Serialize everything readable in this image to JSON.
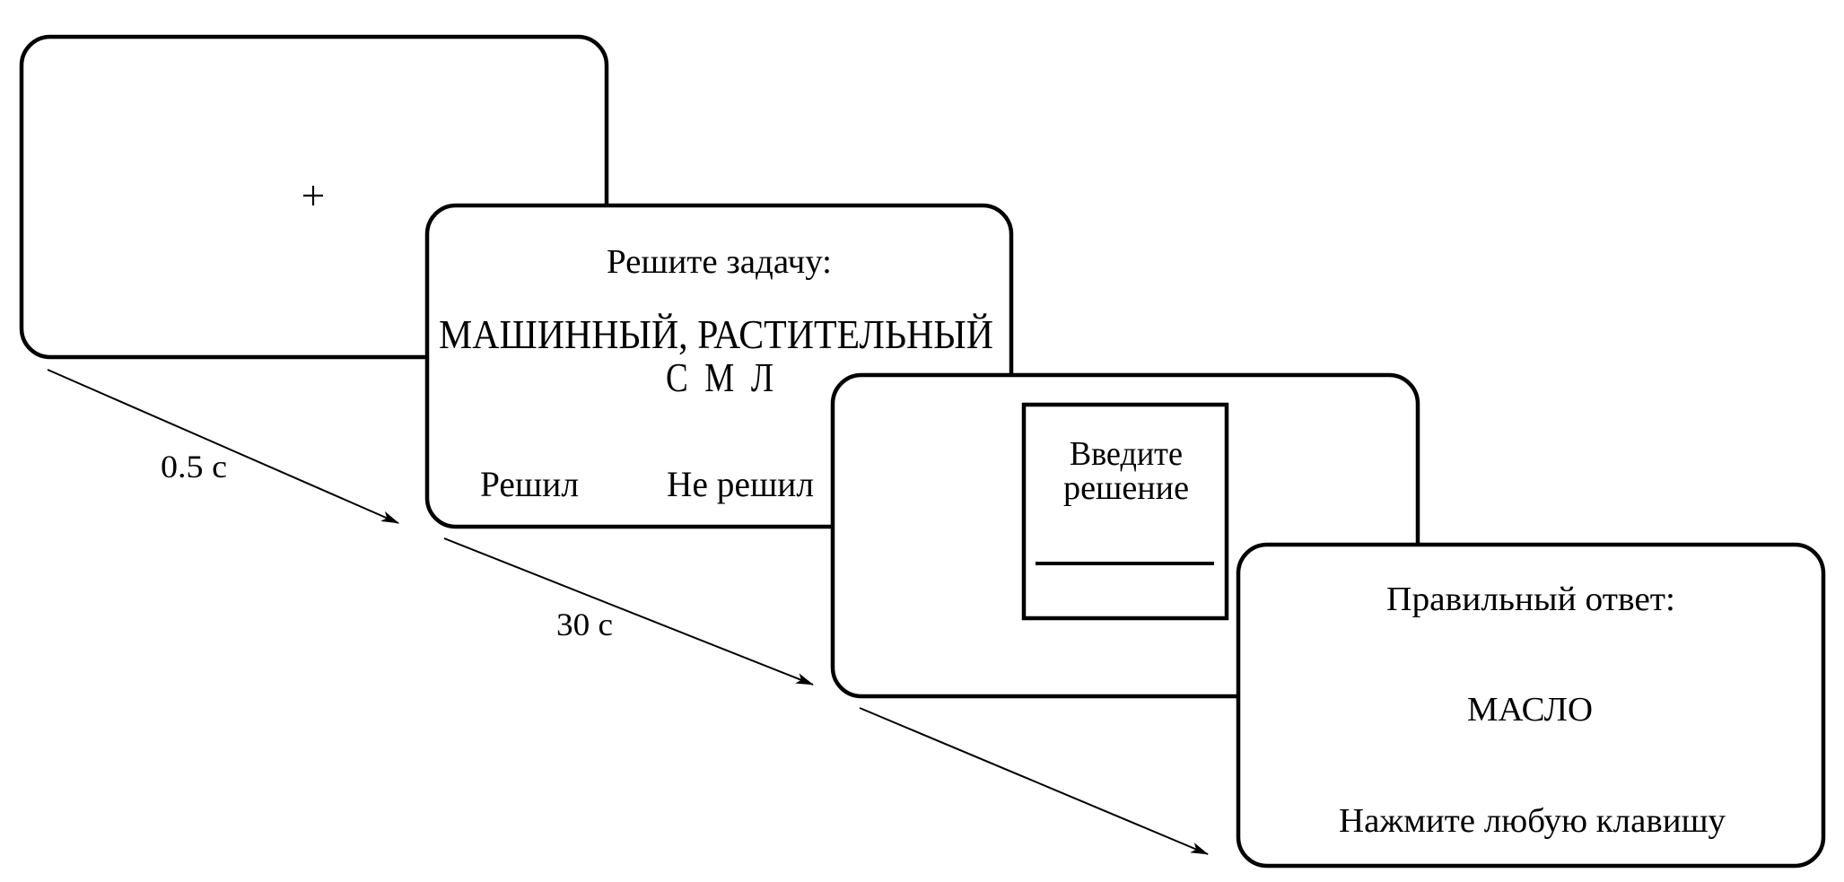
{
  "figure": {
    "colors": {
      "stroke": "#000000",
      "background": "#ffffff"
    }
  },
  "screens": [
    {
      "id": "fixation",
      "fixation_symbol": "+"
    },
    {
      "id": "problem",
      "title": "Решите задачу:",
      "words": "МАШИННЫЙ, РАСТИТЕЛЬНЫЙ",
      "letters": "С  М  Л",
      "buttons": [
        "Решил",
        "Не решил"
      ]
    },
    {
      "id": "input",
      "prompt_line1": "Введите",
      "prompt_line2": "решение"
    },
    {
      "id": "feedback",
      "title": "Правильный ответ:",
      "answer": "МАСЛО",
      "instruction": "Нажмите любую клавишу"
    }
  ],
  "transitions": [
    {
      "label": "0.5 с"
    },
    {
      "label": "30 с"
    },
    {
      "label": ""
    }
  ]
}
